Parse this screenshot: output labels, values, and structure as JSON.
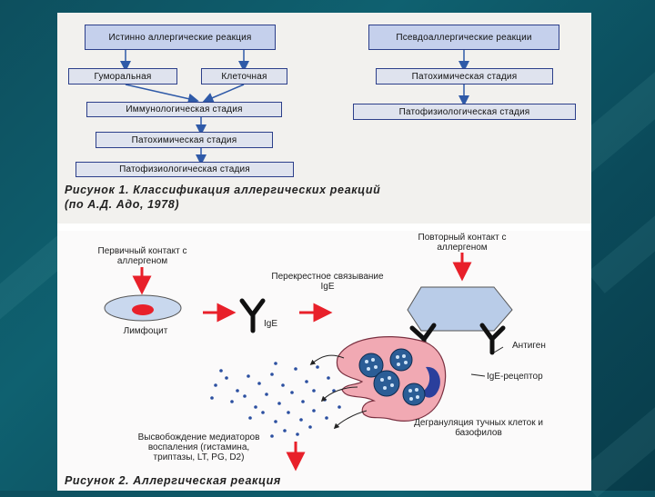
{
  "figure1": {
    "left_title": "Истинно аллергические реакция",
    "right_title": "Псевдоаллергические реакции",
    "humoral": "Гуморальная",
    "cellular": "Клеточная",
    "immunological": "Иммунологическая стадия",
    "pathochemical_left": "Патохимическая стадия",
    "pathophysiological_left": "Патофизиологическая стадия",
    "pathochemical_right": "Патохимическая стадия",
    "pathophysiological_right": "Патофизиологическая стадия",
    "caption_line1": "Рисунок 1. Классификация аллергических реакций",
    "caption_line2": "(по А.Д. Адо, 1978)"
  },
  "figure2": {
    "primary_contact": "Первичный контакт с аллергеном",
    "repeat_contact": "Повторный контакт с аллергеном",
    "cross_binding": "Перекрестное связывание IgE",
    "lymphocyte": "Лимфоцит",
    "ige": "IgE",
    "antigen": "Антиген",
    "ige_receptor": "IgE-рецептор",
    "degranulation": "Дегрануляция тучных клеток и базофилов",
    "mediators": "Высвобождение медиаторов воспаления (гистамина, триптазы, LT, PG, D2)",
    "caption": "Рисунок 2. Аллергическая реакция"
  },
  "colors": {
    "box_border": "#2c3f8a",
    "arrow_blue": "#2f5aa8",
    "arrow_red": "#e8202a",
    "cell_pink": "#f1a9b3",
    "antigen_blue": "#b9cce8"
  }
}
